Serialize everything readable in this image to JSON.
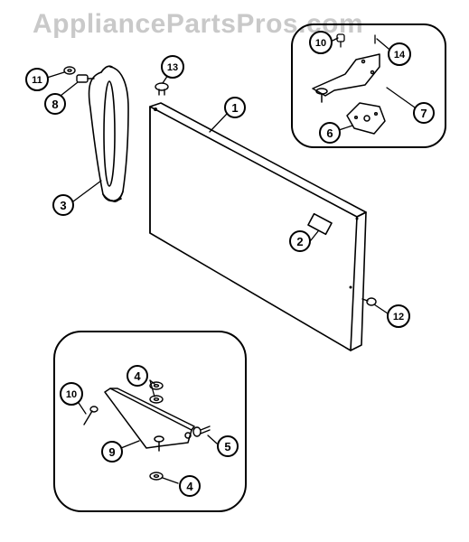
{
  "watermark": "AppliancePartsPros.com",
  "callouts": {
    "c1": "1",
    "c2": "2",
    "c3": "3",
    "c4a": "4",
    "c4b": "4",
    "c5": "5",
    "c6": "6",
    "c7": "7",
    "c8": "8",
    "c9": "9",
    "c10a": "10",
    "c10b": "10",
    "c11": "11",
    "c12": "12",
    "c13": "13",
    "c14": "14"
  }
}
